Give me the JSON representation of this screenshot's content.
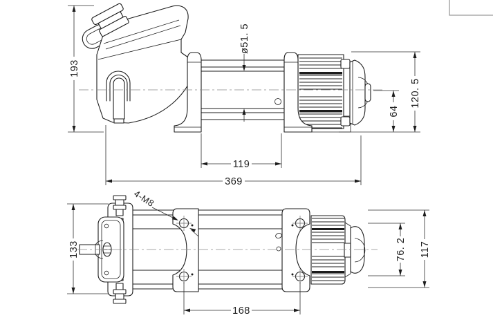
{
  "drawing": {
    "background": "#ffffff",
    "line_color": "#1c1c1c",
    "centerline_color": "#8a8a8a",
    "dimension_color": "#1f1f1f",
    "views": {
      "side": {
        "dims": {
          "overall_height": "193",
          "drum_diameter": "ø51. 5",
          "center_to_base": "64",
          "motor_height": "120. 5",
          "drum_length": "119",
          "overall_length": "369"
        }
      },
      "plan": {
        "dims": {
          "gearbox_width": "133",
          "bolt_callout": "4-M8",
          "bolt_spacing_width": "76. 2",
          "overall_width": "117",
          "bolt_spacing_length": "168"
        }
      }
    }
  }
}
